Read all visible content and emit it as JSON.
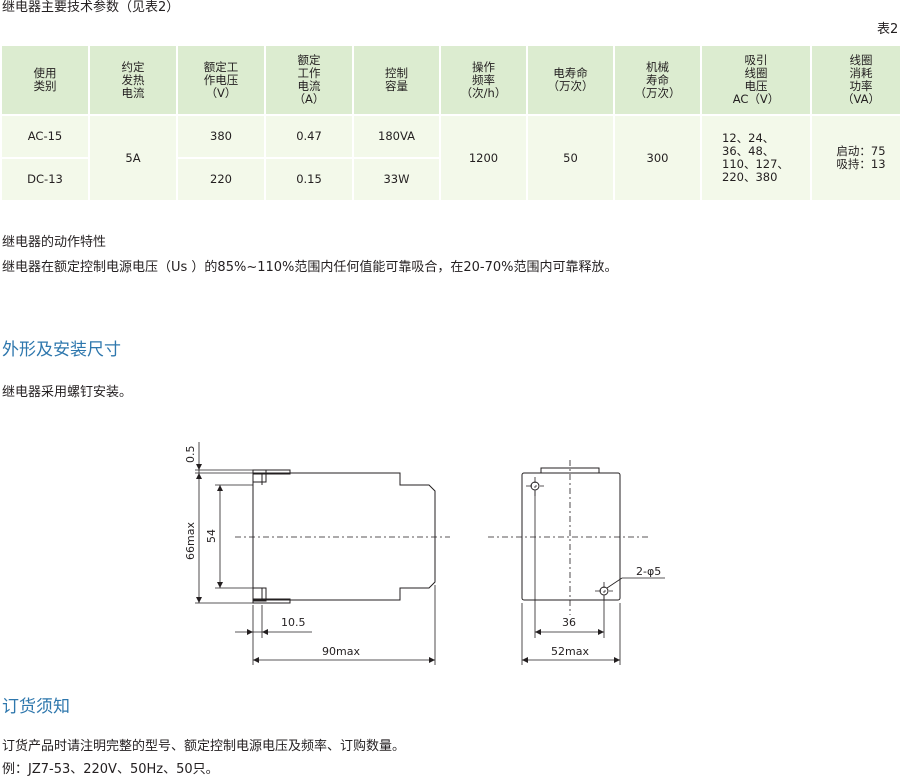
{
  "spec_section": {
    "title": "继电器主要技术参数（见表2）",
    "table_label": "表2",
    "headers": [
      "使用\n类别",
      "约定\n发热\n电流",
      "额定工\n作电压\n（V）",
      "额定\n工作\n电流\n（A）",
      "控制\n容量",
      "操作\n频率\n（次/h）",
      "电寿命\n（万次）",
      "机械\n寿命\n（万次）",
      "吸引\n线圈\n电压\nAC（V）",
      "线圈\n消耗\n功率\n（VA）"
    ],
    "rows": [
      {
        "category": "AC-15",
        "voltage": "380",
        "current": "0.47",
        "capacity": "180VA"
      },
      {
        "category": "DC-13",
        "voltage": "220",
        "current": "0.15",
        "capacity": "33W"
      }
    ],
    "shared": {
      "thermal_current": "5A",
      "frequency": "1200",
      "electrical_life": "50",
      "mechanical_life": "300",
      "coil_voltage": "12、24、\n36、48、\n110、127、\n220、380",
      "coil_power": "启动：75\n吸持：13"
    }
  },
  "action": {
    "heading": "继电器的动作特性",
    "text": "继电器在额定控制电源电压（Us ）的85%~110%范围内任何值能可靠吸合，在20-70%范围内可靠释放。"
  },
  "dimensions": {
    "title": "外形及安装尺寸",
    "text": "继电器采用螺钉安装。",
    "labels": {
      "top_gap": "0.5",
      "height_max": "66max",
      "inner_height": "54",
      "offset": "10.5",
      "length_max": "90max",
      "hole_spacing": "36",
      "width_max": "52max",
      "holes": "2-φ5"
    }
  },
  "order": {
    "title": "订货须知",
    "text": "订货产品时请注明完整的型号、额定控制电源电压及频率、订购数量。",
    "example": "例：JZ7-53、220V、50Hz、50只。"
  }
}
